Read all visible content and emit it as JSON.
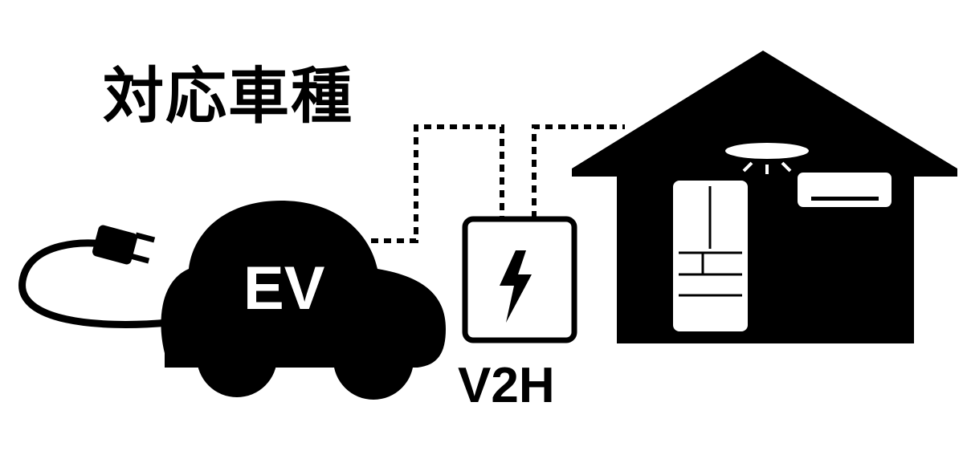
{
  "title": "対応車種",
  "car_label": "EV",
  "device_label": "V2H",
  "colors": {
    "foreground": "#000000",
    "background": "#ffffff"
  }
}
